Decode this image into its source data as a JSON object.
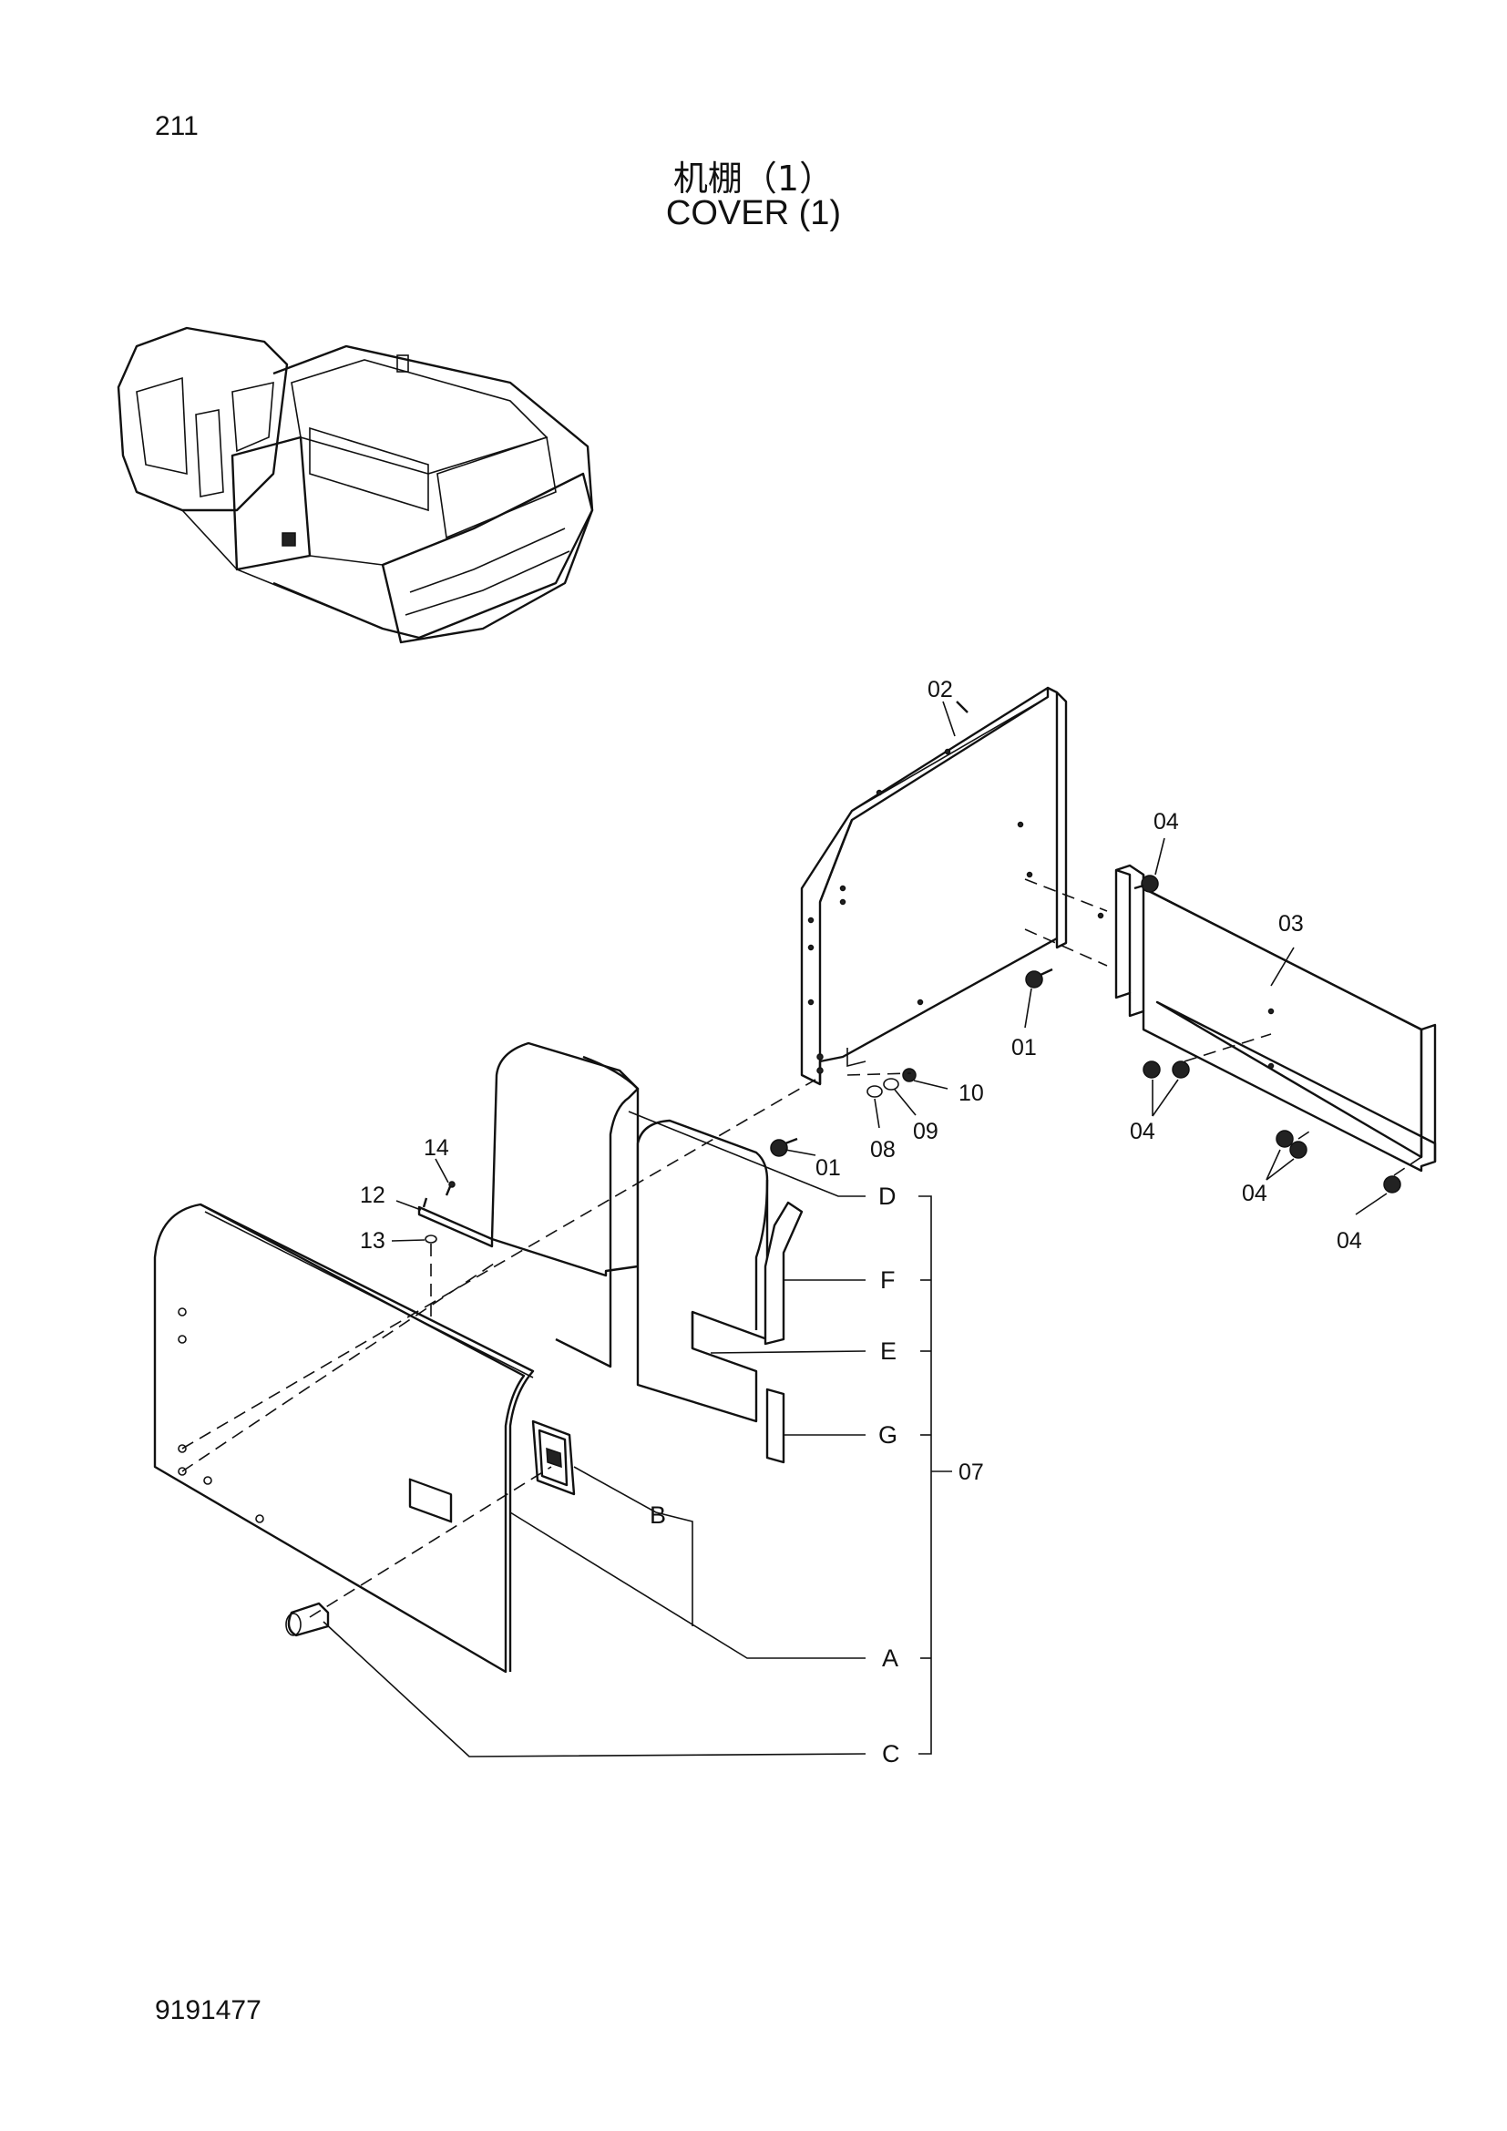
{
  "page_number": "211",
  "title_cn": "机棚（1）",
  "title_en": "COVER (1)",
  "doc_number": "9191477",
  "callouts": {
    "c01a": "01",
    "c01b": "01",
    "c02": "02",
    "c03": "03",
    "c04a": "04",
    "c04b": "04",
    "c04c": "04",
    "c04d": "04",
    "c07": "07",
    "c08": "08",
    "c09": "09",
    "c10": "10",
    "c12": "12",
    "c13": "13",
    "c14": "14",
    "cA": "A",
    "cB": "B",
    "cC": "C",
    "cD": "D",
    "cE": "E",
    "cF": "F",
    "cG": "G"
  }
}
